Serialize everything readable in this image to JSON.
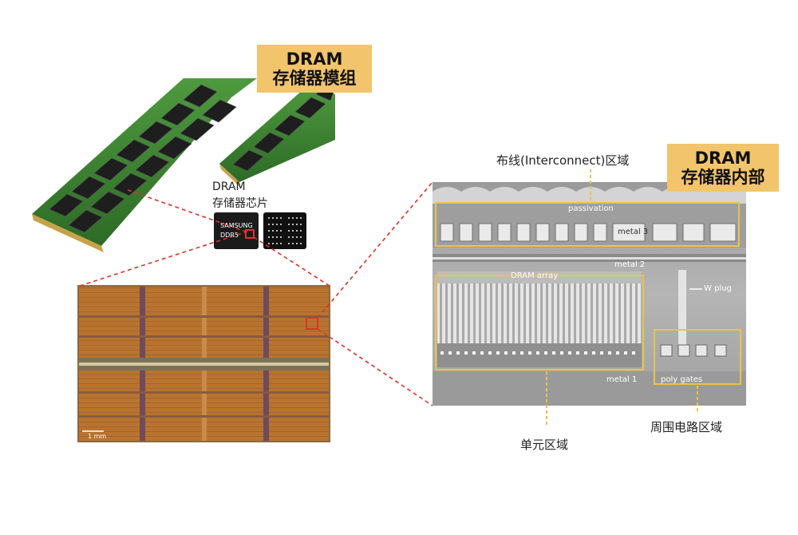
{
  "module_tag": {
    "line1": "DRAM",
    "line2": "存储器模组"
  },
  "inside_tag": {
    "line1": "DRAM",
    "line2": "存储器内部"
  },
  "chip_caption": {
    "line1": "DRAM",
    "line2": "存储器芯片"
  },
  "chip_marking": {
    "brand": "SAMSUNG",
    "model": "DDR5"
  },
  "die_scale_bar": "1 mm",
  "callouts": {
    "interconnect": "布线(Interconnect)区域",
    "cell_area": "单元区域",
    "periphery": "周围电路区域"
  },
  "sem_labels": {
    "passivation": "passivation",
    "metal3": "metal 3",
    "metal2": "metal 2",
    "dram_array": "DRAM array",
    "w_plug": "W plug",
    "metal1": "metal 1",
    "poly_gates": "poly gates"
  },
  "colors": {
    "tag_bg": "#f2c46c",
    "highlight_box": "#e8c547",
    "zoom_line": "#d9342b",
    "die_base": "#b8742f"
  }
}
